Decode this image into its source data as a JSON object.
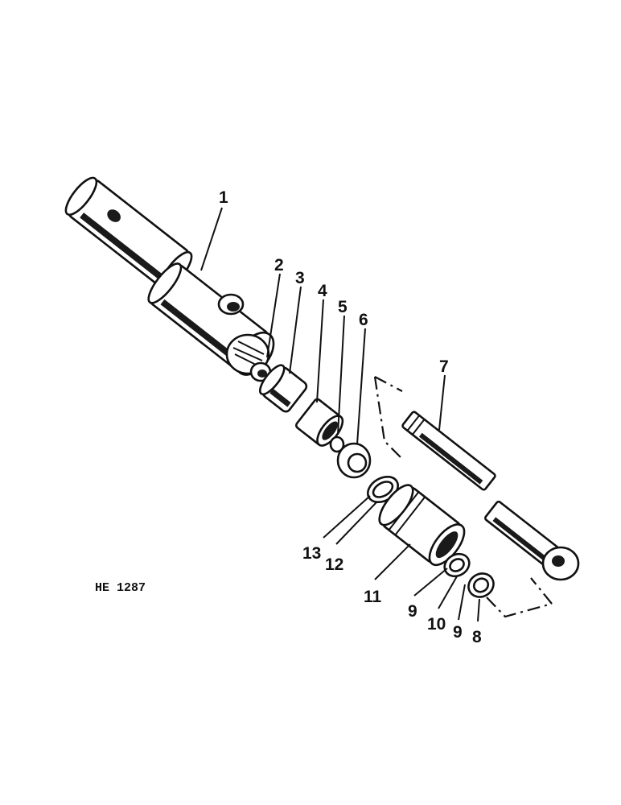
{
  "figure": {
    "code": "HE 1287"
  },
  "callouts": [
    "1",
    "2",
    "3",
    "4",
    "5",
    "6",
    "7",
    "13",
    "12",
    "11",
    "9",
    "10",
    "9",
    "8"
  ]
}
